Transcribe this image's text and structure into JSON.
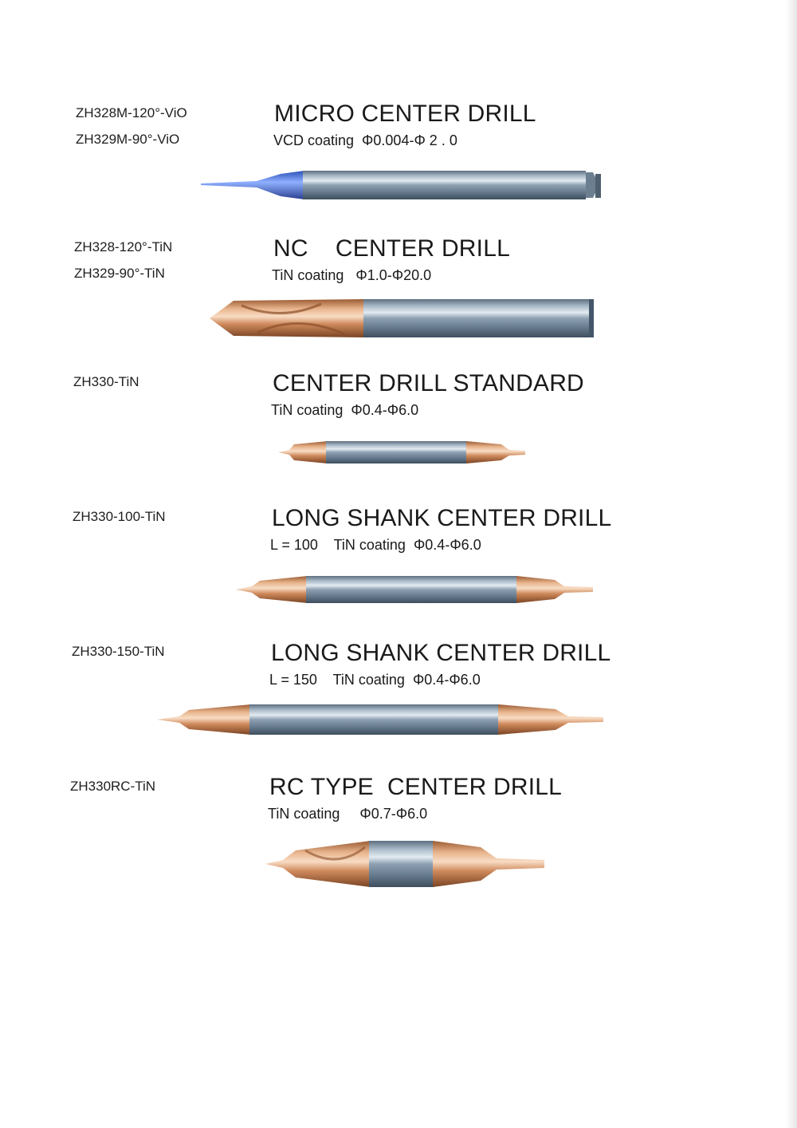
{
  "products": [
    {
      "codes": [
        "ZH328M-120°-ViO",
        "ZH329M-90°-ViO"
      ],
      "title": "MICRO CENTER DRILL",
      "spec": "VCD coating  Φ0.004-Φ 2 . 0",
      "image": "micro-center-drill-illustration",
      "coating_color": "#4f7fe0"
    },
    {
      "codes": [
        "ZH328-120°-TiN",
        "ZH329-90°-TiN"
      ],
      "title": "NC    CENTER DRILL",
      "spec": "TiN coating   Φ1.0-Φ20.0",
      "image": "nc-center-drill-illustration",
      "coating_color": "#d99a6c"
    },
    {
      "codes": [
        "ZH330-TiN"
      ],
      "title": "CENTER DRILL STANDARD",
      "spec": "TiN coating  Φ0.4-Φ6.0",
      "image": "center-drill-standard-illustration",
      "coating_color": "#d99a6c"
    },
    {
      "codes": [
        "ZH330-100-TiN"
      ],
      "title": "LONG SHANK CENTER DRILL",
      "spec": "L = 100    TiN coating  Φ0.4-Φ6.0",
      "image": "long-shank-center-drill-100-illustration",
      "coating_color": "#d99a6c"
    },
    {
      "codes": [
        "ZH330-150-TiN"
      ],
      "title": "LONG SHANK CENTER DRILL",
      "spec": "L = 150    TiN coating  Φ0.4-Φ6.0",
      "image": "long-shank-center-drill-150-illustration",
      "coating_color": "#d99a6c"
    },
    {
      "codes": [
        "ZH330RC-TiN"
      ],
      "title": "RC TYPE  CENTER DRILL",
      "spec": "TiN coating     Φ0.7-Φ6.0",
      "image": "rc-type-center-drill-illustration",
      "coating_color": "#d99a6c"
    }
  ]
}
